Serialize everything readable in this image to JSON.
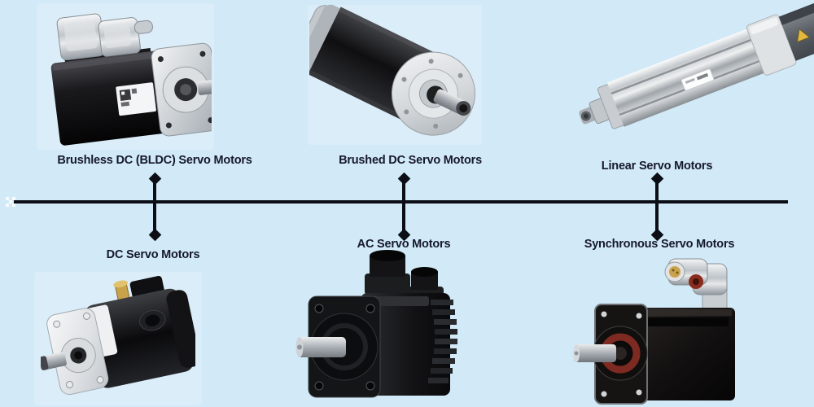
{
  "page": {
    "background_color": "#d2eaf7",
    "line_color": "#0b0e14",
    "text_color": "#16182c"
  },
  "diagram": {
    "top_row": [
      {
        "label": "Brushless DC (BLDC) Servo Motors",
        "image": "bldc-servo-motor-photo"
      },
      {
        "label": "Brushed DC Servo Motors",
        "image": "brushed-dc-servo-motor-photo"
      },
      {
        "label": "Linear Servo Motors",
        "image": "linear-servo-motor-photo"
      }
    ],
    "bottom_row": [
      {
        "label": "DC Servo Motors",
        "image": "dc-servo-motor-photo"
      },
      {
        "label": "AC Servo Motors",
        "image": "ac-servo-motor-photo"
      },
      {
        "label": "Synchronous Servo Motors",
        "image": "synchronous-servo-motor-photo"
      }
    ]
  }
}
